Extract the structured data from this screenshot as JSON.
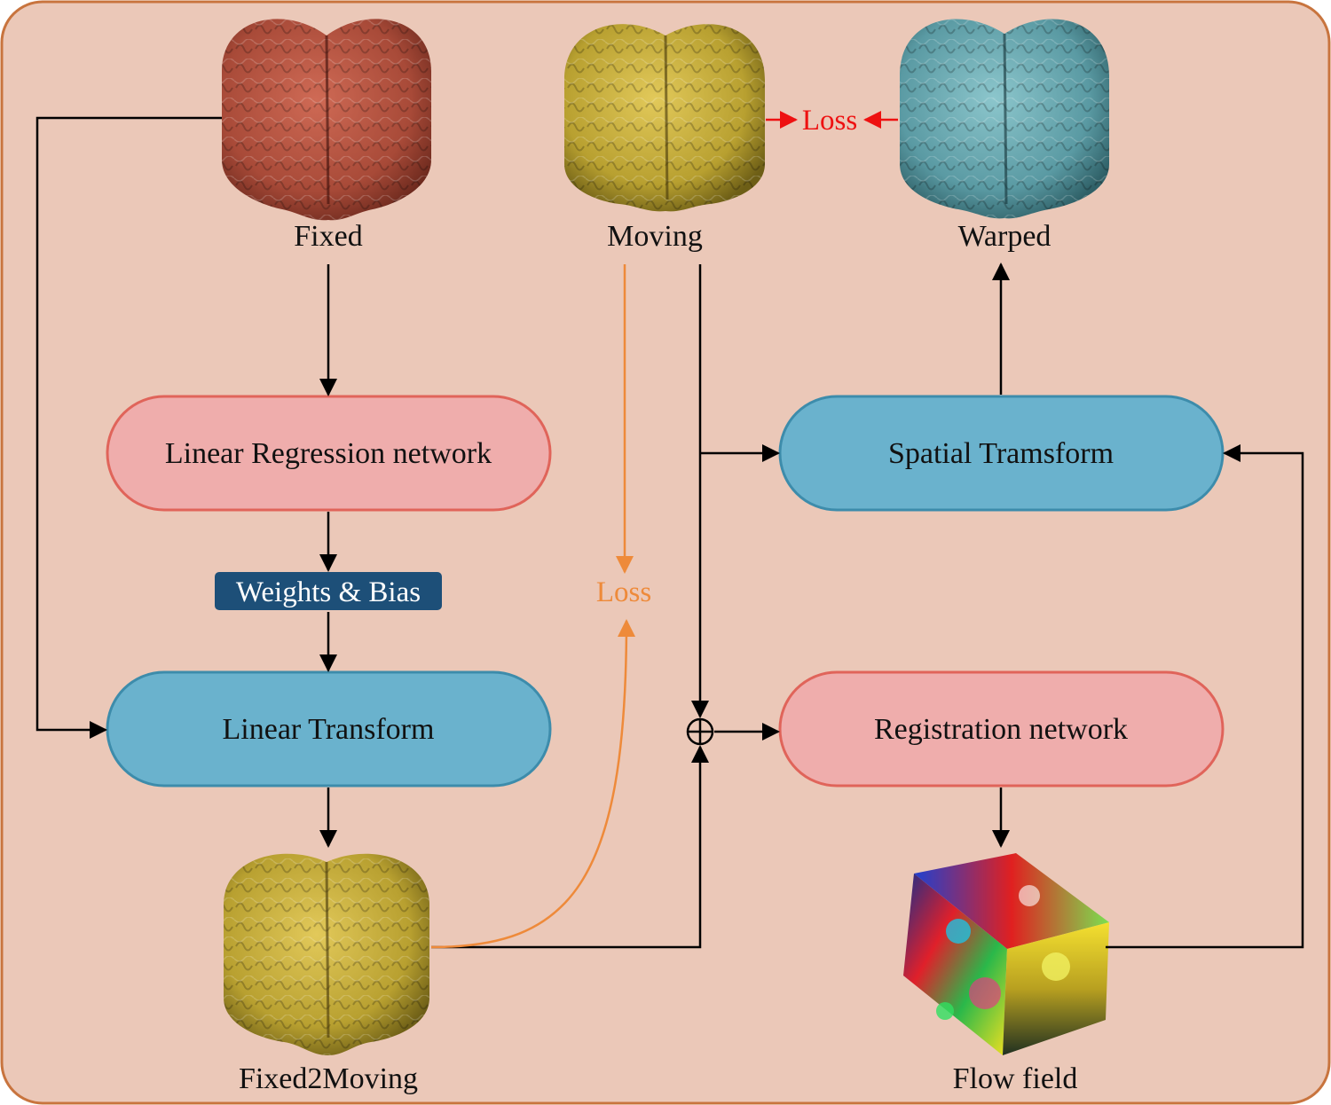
{
  "colors": {
    "background": "#ebc8b8",
    "border": "#c8743e",
    "pink_box": "#efadac",
    "pink_border": "#e0645a",
    "blue_box": "#6ab2cd",
    "blue_border": "#3d8cab",
    "badge": "#1d4f78",
    "loss_red": "#ee1111",
    "loss_orange": "#ee8a3a",
    "brain_fixed": "#a84a38",
    "brain_moving": "#b8a030",
    "brain_warped": "#5a9aa3"
  },
  "images": [
    {
      "id": "fixed",
      "label": "Fixed",
      "icon": "red-brain-icon"
    },
    {
      "id": "moving",
      "label": "Moving",
      "icon": "gold-brain-icon"
    },
    {
      "id": "warped",
      "label": "Warped",
      "icon": "teal-brain-icon"
    },
    {
      "id": "fixed2moving",
      "label": "Fixed2Moving",
      "icon": "gold-brain-icon"
    },
    {
      "id": "flow",
      "label": "Flow field",
      "icon": "colored-cube-icon"
    }
  ],
  "boxes": {
    "linear_regression": "Linear Regression network",
    "linear_transform": "Linear Transform",
    "spatial_transform": "Spatial Tramsform",
    "registration": "Registration network"
  },
  "weights_bias": "Weights & Bias",
  "loss_top": "Loss",
  "loss_middle": "Loss",
  "sum_symbol": "⊕"
}
